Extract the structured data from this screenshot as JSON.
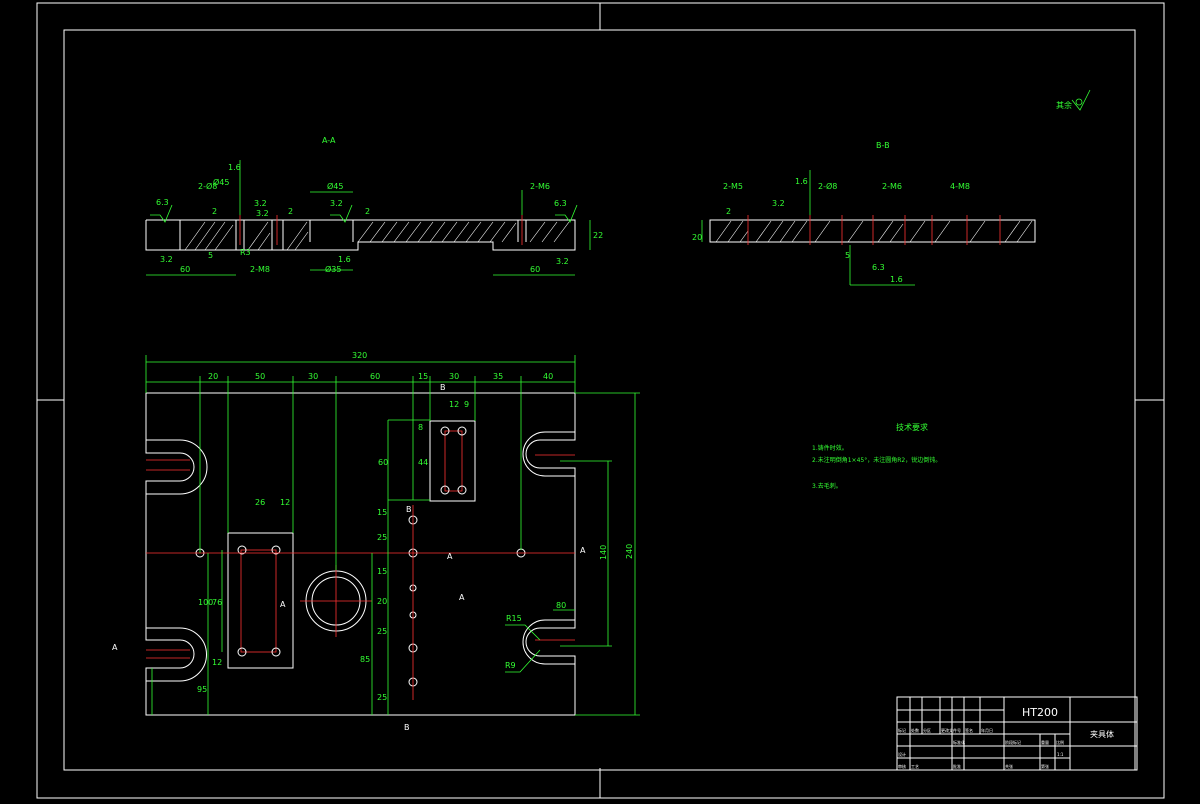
{
  "colors": {
    "background": "#000000",
    "outline": "#ffffff",
    "dimension": "#33ff33",
    "centerline": "#ff3333"
  },
  "section_aa": {
    "title": "A-A",
    "labels": [
      "6.3",
      "3.2",
      "1.6",
      "2-Ø8",
      "Ø45",
      "2",
      "2",
      "3.2",
      "3.2",
      "Ø45",
      "1.6",
      "2",
      "2-M6",
      "6.3",
      "22",
      "R3",
      "3.2",
      "60",
      "5",
      "2-M8",
      "Ø35",
      "60",
      "3.2"
    ]
  },
  "section_bb": {
    "title": "B-B",
    "labels": [
      "2-M5",
      "2",
      "3.2",
      "1.6",
      "2-Ø8",
      "2-M6",
      "4-M8",
      "20",
      "5",
      "6.3",
      "1.6"
    ]
  },
  "roughness_note": {
    "label": "其余"
  },
  "plan_view": {
    "top_dims": [
      "320",
      "20",
      "50",
      "30",
      "60",
      "15",
      "30",
      "35",
      "40"
    ],
    "right_dims": [
      "240",
      "140"
    ],
    "inner_dims": [
      "12",
      "9",
      "8",
      "44",
      "60",
      "26",
      "12",
      "100",
      "76",
      "12",
      "R15",
      "R9",
      "80"
    ],
    "left_dims": [
      "15",
      "25",
      "15",
      "20",
      "25",
      "25",
      "85",
      "95"
    ],
    "section_marks": [
      "A",
      "A",
      "A",
      "A",
      "A",
      "B",
      "B",
      "B"
    ]
  },
  "tech_req": {
    "title": "技术要求",
    "items": [
      "1.铸件时效。",
      "2.未注明倒角1×45°，未注圆角R2，锐边倒钝。",
      "3.去毛刺。"
    ]
  },
  "title_block": {
    "material": "HT200",
    "name": "夹具体",
    "cells": [
      "标记",
      "处数",
      "分区",
      "更改文件号",
      "签名",
      "年月日",
      "设计",
      "标准化",
      "阶段标记",
      "重量",
      "比例",
      "审核",
      "工艺",
      "批准",
      "共张",
      "第张",
      "1:1"
    ]
  }
}
